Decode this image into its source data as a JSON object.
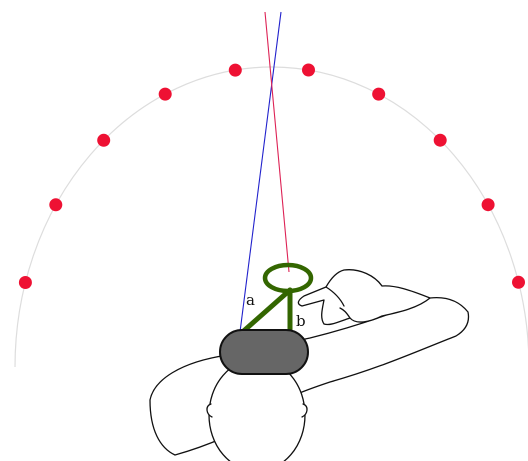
{
  "labels": {
    "a": "a",
    "b": "b"
  },
  "targets": {
    "count": 11,
    "start_angle_deg": 180,
    "step_deg": 16.36,
    "color": "#ee1133"
  },
  "colors": {
    "arc": "#dddddd",
    "line_a": "#2222cc",
    "line_b": "#dd2255",
    "structure": "#336600",
    "headset": "#666666",
    "outline": "#111111"
  },
  "icons": {
    "head": "head-top-view-icon",
    "headset": "vr-headset-icon",
    "hand": "pointing-hand-icon"
  }
}
